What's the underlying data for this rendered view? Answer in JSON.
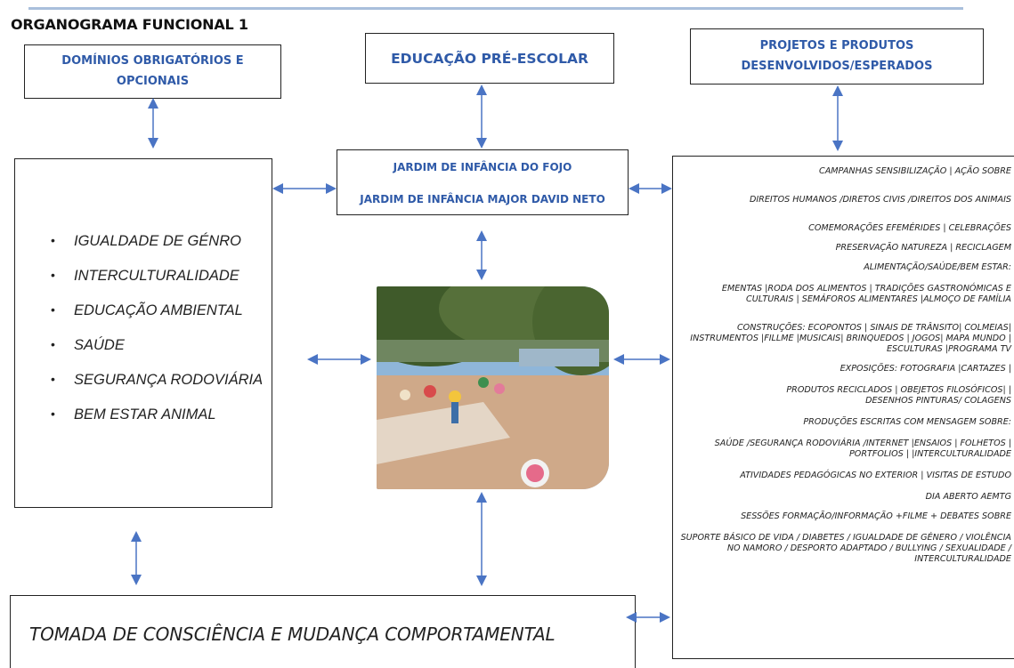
{
  "title": "ORGANOGRAMA FUNCIONAL 1",
  "headers": {
    "dominios": [
      "DOMÍNIOS OBRIGATÓRIOS E",
      "OPCIONAIS"
    ],
    "educacao": "EDUCAÇÃO PRÉ-ESCOLAR",
    "projetos": [
      "PROJETOS E PRODUTOS",
      "DESENVOLVIDOS/ESPERADOS"
    ]
  },
  "jardins": [
    "JARDIM DE INFÂNCIA DO FOJO",
    "JARDIM DE INFÂNCIA MAJOR DAVID NETO"
  ],
  "temas": [
    "IGUALDADE DE GÉNRO",
    "INTERCULTURALIDADE",
    "EDUCAÇÃO AMBIENTAL",
    "SAÚDE",
    "SEGURANÇA RODOVIÁRIA",
    "BEM ESTAR ANIMAL"
  ],
  "bullet": "•",
  "projetos_lista": [
    "CAMPANHAS SENSIBILIZAÇÃO | AÇÃO SOBRE",
    "DIREITOS HUMANOS /DIRETOS CIVIS /DIREITOS DOS ANIMAIS",
    "COMEMORAÇÕES EFEMÉRIDES | CELEBRAÇÕES",
    "PRESERVAÇÃO NATUREZA | RECICLAGEM",
    "ALIMENTAÇÃO/SAÚDE/BEM ESTAR:",
    "EMENTAS |RODA DOS ALIMENTOS | TRADIÇÕES GASTRONÓMICAS E CULTURAIS | SEMÁFOROS ALIMENTARES |ALMOÇO DE FAMÍLIA",
    "CONSTRUÇÕES: ECOPONTOS | SINAIS DE TRÂNSITO| COLMEIAS| INSTRUMENTOS |FILLME |MUSICAIS| BRINQUEDOS | JOGOS| MAPA MUNDO | ESCULTURAS |PROGRAMA TV",
    "EXPOSIÇÕES: FOTOGRAFIA |CARTAZES |",
    "PRODUTOS RECICLADOS | OBEJETOS FILOSÓFICOS| | DESENHOS PINTURAS/ COLAGENS",
    "PRODUÇÕES ESCRITAS COM MENSAGEM SOBRE:",
    "SAÚDE /SEGURANÇA RODOVIÁRIA /INTERNET |ENSAIOS | FOLHETOS | PORTFOLIOS | |INTERCULTURALIDADE",
    "ATIVIDADES PEDAGÓGICAS NO EXTERIOR | VISITAS DE ESTUDO",
    "DIA ABERTO AEMTG",
    "SESSÕES FORMAÇÃO/INFORMAÇÃO +FILME + DEBATES SOBRE",
    "SUPORTE BÁSICO DE VIDA / DIABETES / IGUALDADE DE GÉNERO / VIOLÊNCIA NO NAMORO / DESPORTO ADAPTADO / BULLYING / SEXUALIDADE / INTERCULTURALIDADE"
  ],
  "tomada": "TOMADA DE CONSCIÊNCIA E MUDANÇA COMPORTAMENTAL",
  "colors": {
    "header_text": "#2f5aa8",
    "arrow": "#4a74c4",
    "top_rule": "#a9bfdc"
  }
}
